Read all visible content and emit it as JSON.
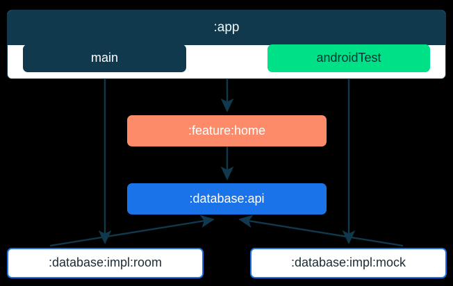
{
  "diagram": {
    "type": "module-dependency-graph",
    "background_color": "#000000",
    "edge_color": "#10394d",
    "cluster": {
      "id": "app",
      "title": ":app",
      "header_color": "#10394d",
      "body_color": "#ffffff",
      "border_color": "#10394d",
      "title_text_color": "#f2f7f9",
      "source_sets": [
        {
          "id": "main",
          "label": "main",
          "fill": "#10394d",
          "text_color": "#ffffff"
        },
        {
          "id": "androidTest",
          "label": "androidTest",
          "fill": "#00e187",
          "text_color": "#0d2c3a"
        }
      ]
    },
    "nodes": [
      {
        "id": "feature-home",
        "label": ":feature:home",
        "fill": "#fd8b69",
        "text_color": "#ffffff",
        "border": "none"
      },
      {
        "id": "database-api",
        "label": ":database:api",
        "fill": "#1a73e8",
        "text_color": "#ffffff",
        "border": "none"
      },
      {
        "id": "database-impl-room",
        "label": ":database:impl:room",
        "fill": "#ffffff",
        "text_color": "#1b2a33",
        "border": "#1a73e8"
      },
      {
        "id": "database-impl-mock",
        "label": ":database:impl:mock",
        "fill": "#ffffff",
        "text_color": "#1b2a33",
        "border": "#1a73e8"
      }
    ],
    "edges": [
      {
        "from": "main",
        "to": "database-impl-room",
        "style": "solid",
        "arrow": "down"
      },
      {
        "from": "app",
        "to": "feature-home",
        "style": "solid",
        "arrow": "down"
      },
      {
        "from": "androidTest",
        "to": "database-impl-mock",
        "style": "solid",
        "arrow": "down"
      },
      {
        "from": "feature-home",
        "to": "database-api",
        "style": "solid",
        "arrow": "down"
      },
      {
        "from": "database-impl-room",
        "to": "database-api",
        "style": "solid",
        "arrow": "up"
      },
      {
        "from": "database-impl-mock",
        "to": "database-api",
        "style": "solid",
        "arrow": "up"
      }
    ]
  }
}
